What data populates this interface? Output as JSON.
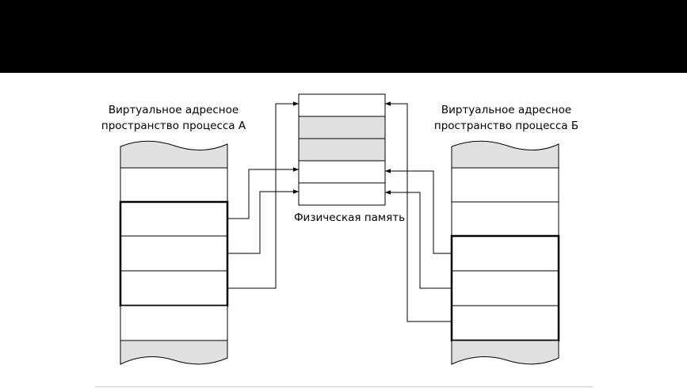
{
  "labels": {
    "process_a_line1": "Виртуальное адресное",
    "process_a_line2": "пространство процесса А",
    "process_b_line1": "Виртуальное адресное",
    "process_b_line2": "пространство процесса Б",
    "physical_memory": "Физическая память"
  },
  "colors": {
    "banner": "#000000",
    "shaded_cell": "#e0e0e0",
    "line": "#000000"
  }
}
